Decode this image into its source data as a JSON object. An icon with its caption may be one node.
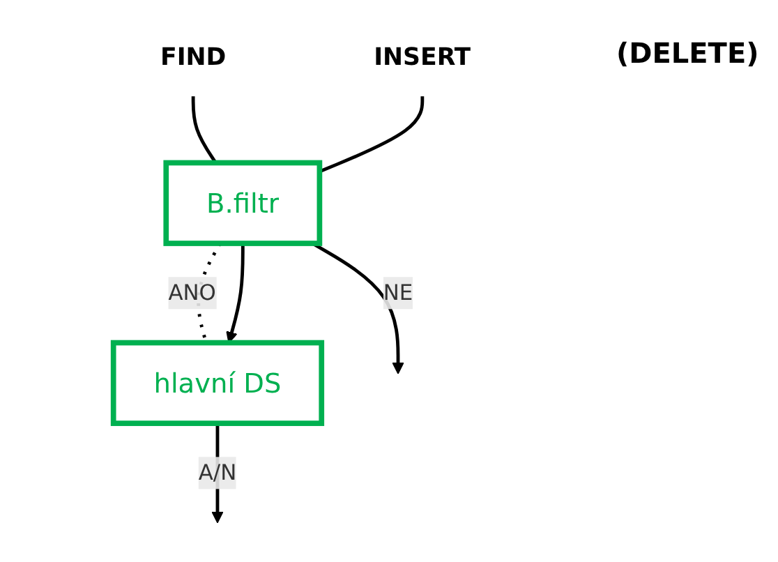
{
  "diagram": {
    "nodes": [
      {
        "text": [
          "FIND"
        ]
      },
      {
        "text": [
          "INSERT"
        ]
      },
      {
        "text": [
          "B.filtr"
        ]
      },
      {
        "text": [
          "hlavní DS"
        ]
      }
    ],
    "edges": [
      {
        "from": 0,
        "to": 2,
        "arrow": "none"
      },
      {
        "from": 2,
        "to": null,
        "arrow": "to",
        "label": "NE"
      },
      {
        "from": 2,
        "to": 3,
        "arrow": "none",
        "style": "dashed",
        "label": "ANO"
      },
      {
        "from": 3,
        "to": null,
        "arrow": "to",
        "label": "A/N"
      },
      {
        "from": 1,
        "to": 2,
        "arrow": "none"
      },
      {
        "from": 2,
        "to": 3,
        "arrow": "to"
      }
    ],
    "labels": [
      "(DELETE)"
    ]
  }
}
